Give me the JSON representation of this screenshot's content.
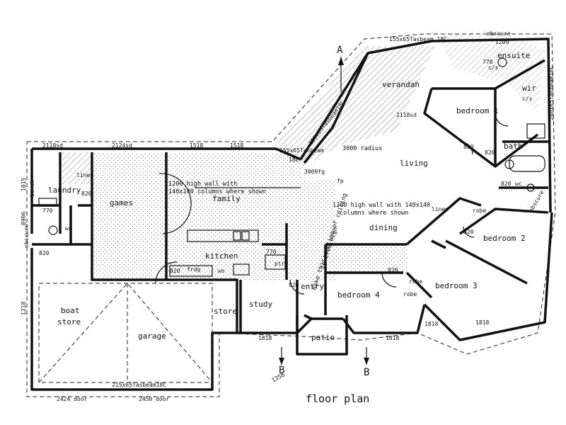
{
  "title": "floor plan",
  "rooms": {
    "verandah": "verandah",
    "bedroom1": "bedroom 1",
    "ensuite": "ensuite",
    "wir": "wir",
    "bath": "bath",
    "living": "living",
    "dining": "dining",
    "bedroom2": "bedroom 2",
    "bedroom3": "bedroom 3",
    "bedroom4": "bedroom 4",
    "family": "family",
    "games": "games",
    "laundry": "laundry",
    "kitchen": "kitchen",
    "study": "study",
    "store": "store",
    "store2": "store",
    "entry": "entry",
    "patio": "patio",
    "garage": "garage",
    "boat_store_1": "boat",
    "boat_store_2": "store",
    "bench": "bench",
    "linen": "linen",
    "linen2": "linen",
    "robe1": "robe",
    "robe2": "robe",
    "robe3": "robe",
    "wc": "wc",
    "wc2": "wc",
    "cs": "c/s",
    "cs2": "c/s",
    "pantry": "ptry",
    "fridge": "frdg",
    "wo": "wo",
    "fp": "fp"
  },
  "notes": {
    "wall1_a": "1200 high wall with",
    "wall1_b": "140x140 columns where shown",
    "wall2_a": "1200 high wall with 140x140",
    "wall2_b": "columns where shown",
    "radius": "3000 radius",
    "raked_a": "Rake this section of ceiling",
    "raked_b": "to 2700 high",
    "beam_top": "155x65Tasbeam 18C",
    "beam_right": "240x65Tasbeam18C",
    "beam_garage": "215x65Tasbeam18C",
    "beam_diag": "155x65Tasbeam18C",
    "beam_mid": "155x65Tasbeam",
    "beam_18c": "18C",
    "obscure1": "obscure",
    "obscure2": "obscure",
    "obscure3": "obscure"
  },
  "dims": {
    "d2118sd": "2118sd",
    "d2124sd": "2124sd",
    "d1518a": "1518",
    "d1518b": "1518",
    "d1209": "1209",
    "d2424door": "2424 door",
    "d2450door": "2450 door",
    "d1818a": "1818",
    "d1818b": "1818",
    "d1818c": "1818",
    "d1818d": "1818",
    "d1358": "1358",
    "d820a": "820",
    "d820b": "820",
    "d820c": "820",
    "d820d": "820",
    "d820e": "820",
    "d820f": "820",
    "d820g": "820",
    "d820h": "820",
    "d820i": "820",
    "d770a": "770",
    "d770b": "770",
    "d770c": "770",
    "d1218": "1218",
    "d1015": "1015",
    "d0906": "0906",
    "d2118sd2": "2118sd",
    "d3009fg": "3009fg"
  },
  "sections": {
    "a": "A",
    "b1": "B",
    "b2": "B"
  }
}
